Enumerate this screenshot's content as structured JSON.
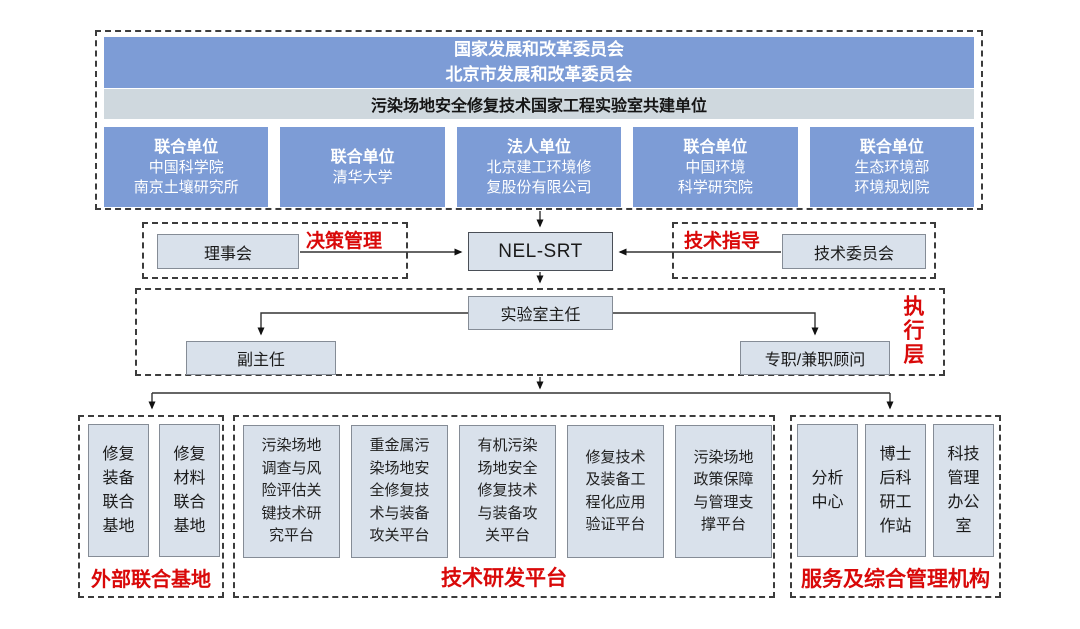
{
  "colors": {
    "primary_blue": "#7d9cd6",
    "subheader_bar": "#cfd8de",
    "node_fill": "#d9e1eb",
    "node_border": "#858c96",
    "accent_red": "#d90909"
  },
  "top_section": {
    "header_lines": "国家发展和改革委员会\n北京市发展和改革委员会",
    "subheader": "污染场地安全修复技术国家工程实验室共建单位",
    "units": [
      {
        "role": "联合单位",
        "name": "中国科学院\n南京土壤研究所"
      },
      {
        "role": "联合单位",
        "name": "清华大学"
      },
      {
        "role": "法人单位",
        "name": "北京建工环境修\n复股份有限公司"
      },
      {
        "role": "联合单位",
        "name": "中国环境\n科学研究院"
      },
      {
        "role": "联合单位",
        "name": "生态环境部\n环境规划院"
      }
    ]
  },
  "governance": {
    "council": "理事会",
    "decision_label": "决策管理",
    "center": "NEL-SRT",
    "guidance_label": "技术指导",
    "committee": "技术委员会"
  },
  "executive": {
    "director": "实验室主任",
    "deputy": "副主任",
    "advisors": "专职/兼职顾问",
    "layer_label": "执行层"
  },
  "bottom": {
    "external_bases": {
      "label": "外部联合基地",
      "items": [
        "修复\n装备\n联合\n基地",
        "修复\n材料\n联合\n基地"
      ]
    },
    "platforms": {
      "label": "技术研发平台",
      "items": [
        "污染场地\n调查与风\n险评估关\n键技术研\n究平台",
        "重金属污\n染场地安\n全修复技\n术与装备\n攻关平台",
        "有机污染\n场地安全\n修复技术\n与装备攻\n关平台",
        "修复技术\n及装备工\n程化应用\n验证平台",
        "污染场地\n政策保障\n与管理支\n撑平台"
      ]
    },
    "services": {
      "label": "服务及综合管理机构",
      "items": [
        "分析\n中心",
        "博士\n后科\n研工\n作站",
        "科技\n管理\n办公\n室"
      ]
    }
  }
}
